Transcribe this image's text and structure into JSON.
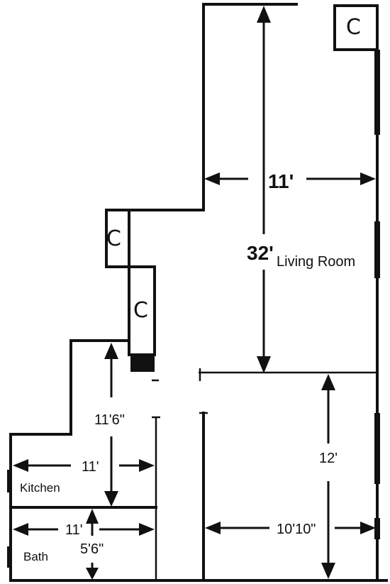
{
  "rooms": {
    "living": "Living Room",
    "kitchen": "Kitchen",
    "bath": "Bath"
  },
  "closets": [
    "C",
    "C",
    "C"
  ],
  "dimensions": {
    "living_width": "11'",
    "living_length": "32'",
    "lower_length": "12'",
    "lower_width": "10'10\"",
    "hall_length": "11'6\"",
    "kitchen_width": "11'",
    "bath_width": "11'",
    "bath_depth": "5'6\""
  }
}
